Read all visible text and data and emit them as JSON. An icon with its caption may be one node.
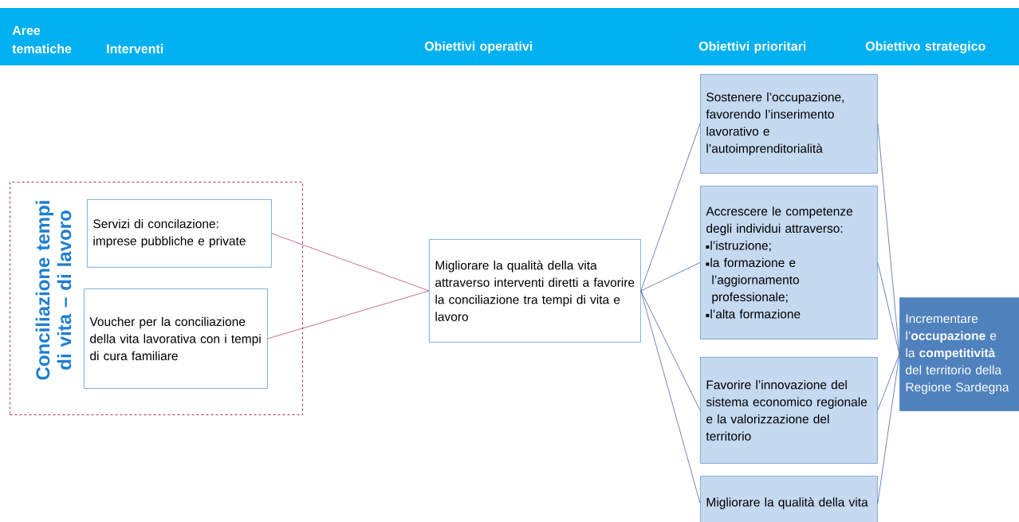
{
  "diagram": {
    "nodes": [
      {
        "text": [
          "Conciliazione tempi di vita – di lavoro"
        ]
      },
      {
        "text": [
          "Servizi di concilazione: imprese pubbliche e private"
        ],
        "in": 0
      },
      {
        "text": [
          "Voucher per la conciliazione della vita lavorativa con i tempi di cura familiare"
        ],
        "in": 0
      },
      {
        "text": [
          "Migliorare la qualità della vita attraverso interventi diretti a favorire la conciliazione tra tempi di vita e lavoro"
        ]
      },
      {
        "text": [
          "Sostenere l’occupazione, favorendo l’inserimento lavorativo e l’autoimprenditorialità"
        ]
      },
      {
        "text": [
          "Accrescere le competenze degli individui attraverso:",
          "l’istruzione;",
          "la formazione e l’aggiornamento professionale;",
          "l’alta formazione"
        ]
      },
      {
        "text": [
          "Favorire l’innovazione del sistema economico regionale e la valorizzazione del territorio"
        ]
      },
      {
        "text": [
          "Migliorare la qualità della vita"
        ]
      },
      {
        "text": [
          "Incrementare l’**occupazione** e la **competitività** del territorio della Regione Sardegna"
        ]
      }
    ],
    "edges": [
      {
        "from": 1,
        "to": 3,
        "arrow": "none",
        "color": "#b0305a"
      },
      {
        "from": 2,
        "to": 3,
        "arrow": "none",
        "color": "#b0305a"
      },
      {
        "from": 3,
        "to": 4,
        "arrow": "none"
      },
      {
        "from": 3,
        "to": 5,
        "arrow": "none"
      },
      {
        "from": 3,
        "to": 6,
        "arrow": "none"
      },
      {
        "from": 3,
        "to": 7,
        "arrow": "none"
      },
      {
        "from": 4,
        "to": 8,
        "arrow": "none"
      },
      {
        "from": 5,
        "to": 8,
        "arrow": "none"
      },
      {
        "from": 6,
        "to": 8,
        "arrow": "none"
      },
      {
        "from": 7,
        "to": 8,
        "arrow": "none"
      }
    ],
    "labels": [
      "Aree tematiche",
      "Interventi",
      "Obiettivi operativi",
      "Obiettivi prioritari",
      "Obiettivo strategico"
    ]
  }
}
